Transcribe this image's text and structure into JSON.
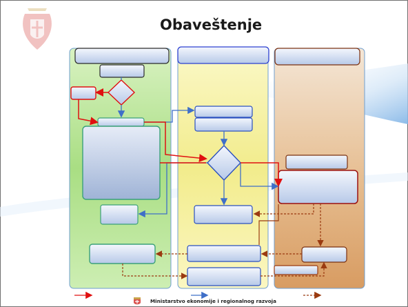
{
  "slide": {
    "title": "Obaveštenje",
    "footer": "Ministarstvo ekonomije i regionalnog razvoja"
  },
  "icons": {
    "coat_of_arms": "serbian-coat-of-arms-icon",
    "footer_logo": "ministry-logo-icon"
  },
  "colors": {
    "lane_green": "#a6dc7c",
    "lane_yellow": "#f2ec8c",
    "lane_orange": "#e2b07c",
    "red_flow": "#e01010",
    "blue_flow": "#3f6fc8",
    "brown_flow": "#9a3a10"
  },
  "legend": [
    {
      "name": "red-solid-arrow-legend",
      "style": "solid",
      "color": "#e01010"
    },
    {
      "name": "blue-solid-arrow-legend",
      "style": "solid",
      "color": "#3f6fc8"
    },
    {
      "name": "brown-dashed-arrow-legend",
      "style": "dashed",
      "color": "#9a3a10"
    }
  ]
}
